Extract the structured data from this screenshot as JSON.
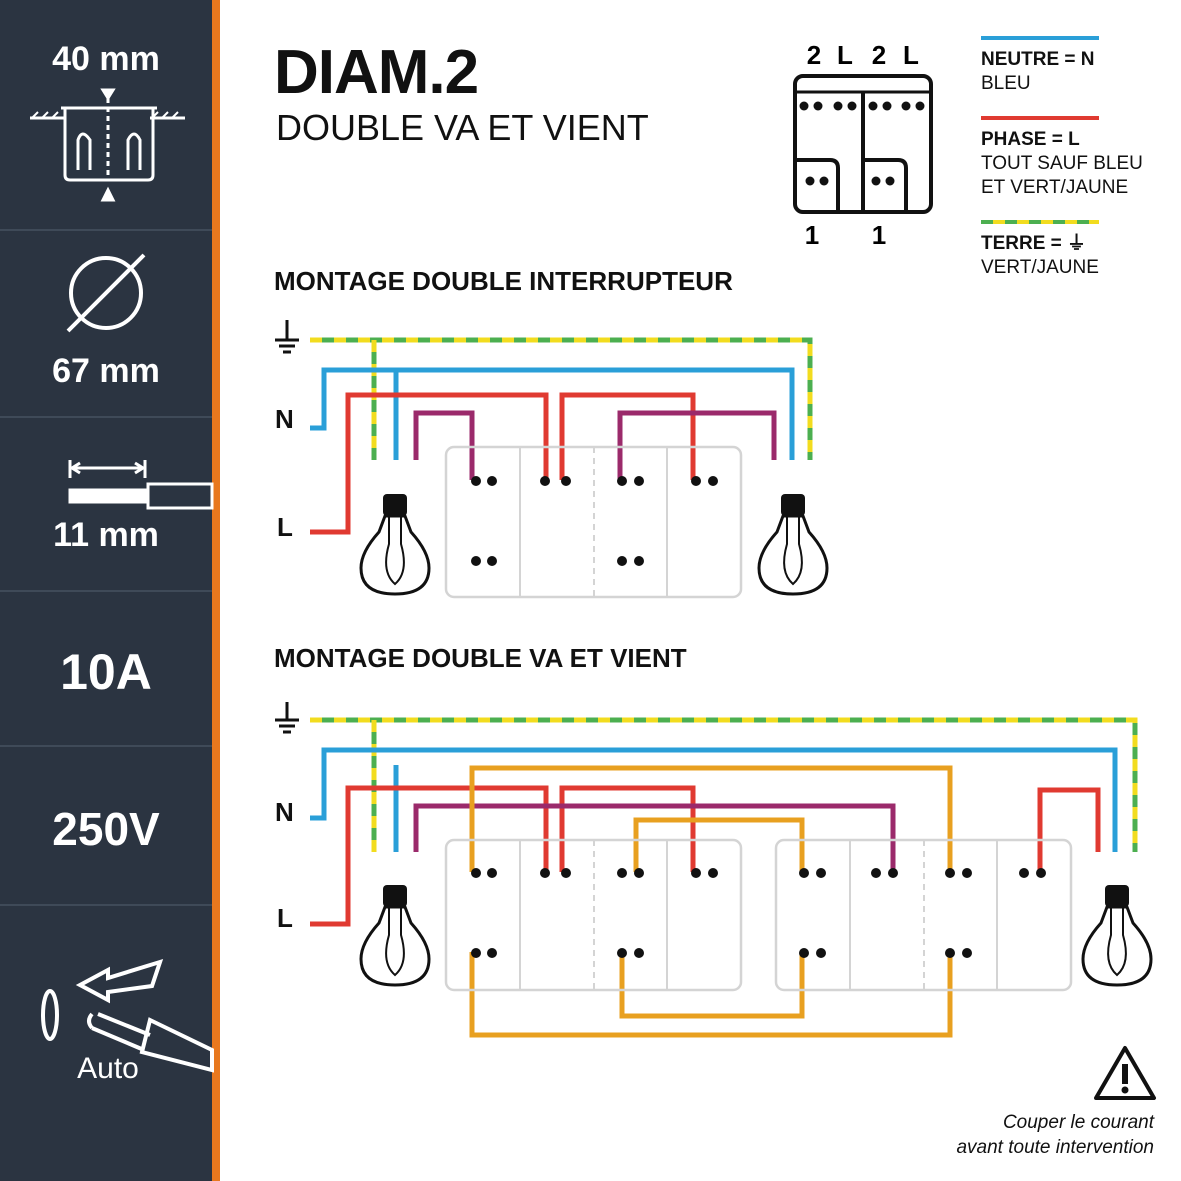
{
  "sidebar": {
    "depth": "40 mm",
    "diameter": "67 mm",
    "strip_length": "11 mm",
    "current": "10A",
    "voltage": "250V",
    "terminal_type": "Auto"
  },
  "header": {
    "model": "DIAM.2",
    "subtitle": "DOUBLE VA ET VIENT"
  },
  "terminal_diagram": {
    "top_labels": [
      "2",
      "L",
      "2",
      "L"
    ],
    "bottom_labels": [
      "1",
      "1"
    ]
  },
  "legend": {
    "neutral_title": "NEUTRE = N",
    "neutral_desc": "BLEU",
    "neutral_color": "#2a9fd8",
    "phase_title": "PHASE = L",
    "phase_desc_1": "TOUT SAUF BLEU",
    "phase_desc_2": "ET VERT/JAUNE",
    "phase_color": "#e03a31",
    "earth_title": "TERRE = ⏚",
    "earth_desc": "VERT/JAUNE",
    "earth_color_1": "#4caf50",
    "earth_color_2": "#f2dc1f"
  },
  "diagram1": {
    "title": "MONTAGE DOUBLE INTERRUPTEUR",
    "label_n": "N",
    "label_l": "L"
  },
  "diagram2": {
    "title": "MONTAGE DOUBLE VA ET VIENT",
    "label_n": "N",
    "label_l": "L"
  },
  "wire_colors": {
    "return": "#9b2a6b",
    "traveller": "#e8a020"
  },
  "warning": {
    "line1": "Couper le courant",
    "line2": "avant toute intervention"
  }
}
